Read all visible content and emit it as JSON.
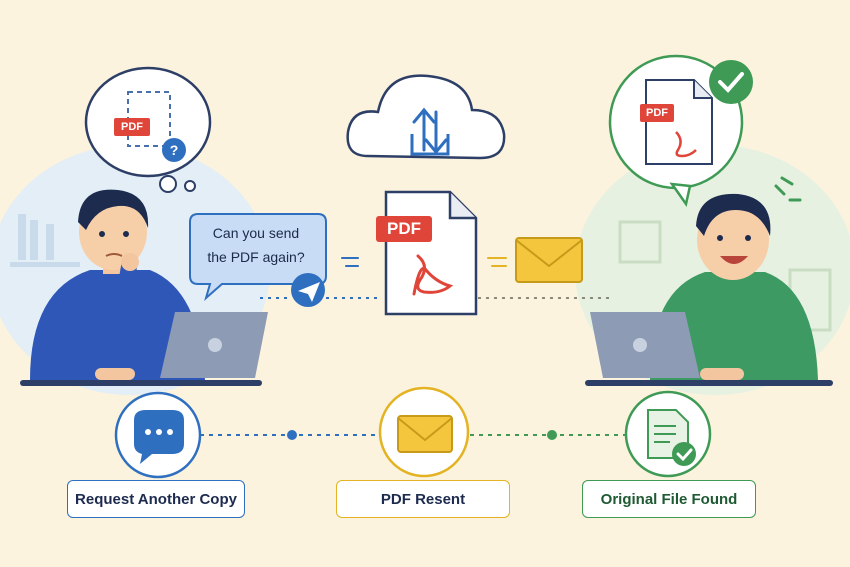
{
  "speech_bubble": {
    "line1": "Can you send",
    "line2": "the PDF again?"
  },
  "file_badges": {
    "thought_pdf": "PDF",
    "center_pdf": "PDF",
    "found_pdf": "PDF"
  },
  "steps": [
    {
      "label": "Request Another Copy",
      "color": "#2f6fc0"
    },
    {
      "label": "PDF Resent",
      "color": "#e3b324"
    },
    {
      "label": "Original File Found",
      "color": "#3e9a55"
    }
  ],
  "colors": {
    "background": "#fbf3dd",
    "pdf_red": "#e0453a",
    "blue_accent": "#2f6fc0",
    "green_accent": "#3e9a55",
    "envelope_yellow": "#f3c63d"
  },
  "icons": [
    "thought-cloud-icon",
    "question-icon",
    "upload-cloud-icon",
    "pdf-file-icon",
    "send-plane-icon",
    "envelope-icon",
    "check-icon",
    "chat-icon",
    "document-check-icon",
    "laptop-icon"
  ]
}
